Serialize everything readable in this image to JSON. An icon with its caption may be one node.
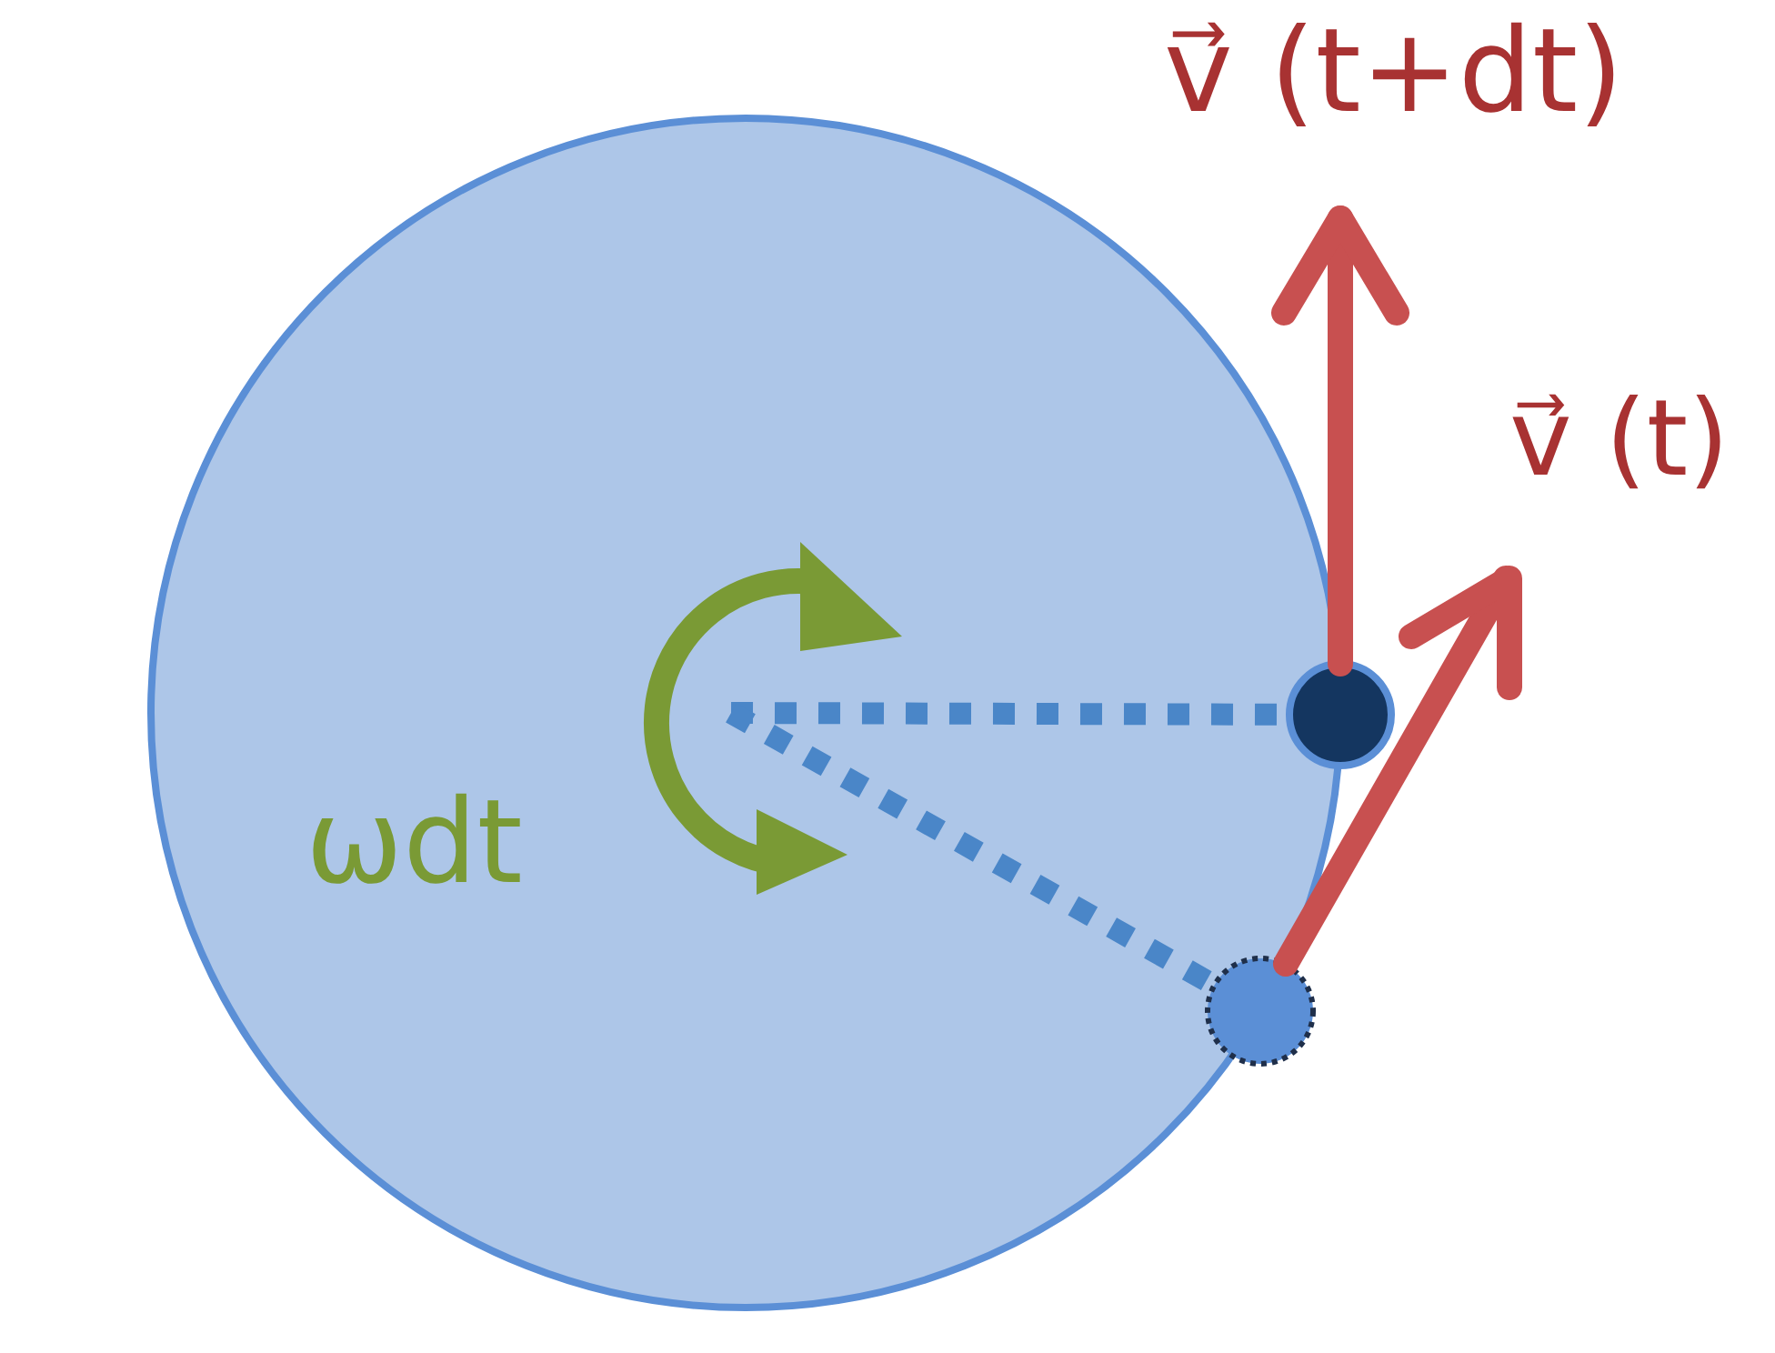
{
  "diagram": {
    "nodes": [
      {
        "text": [],
        "shape": "circle"
      },
      {
        "text": [],
        "shape": "circle"
      },
      {
        "text": [],
        "shape": "circle"
      }
    ],
    "edges": [
      {
        "from": 0,
        "to": 1,
        "arrow": "none",
        "style": "dashed"
      },
      {
        "from": 0,
        "to": 2,
        "arrow": "none",
        "style": "dashed"
      }
    ],
    "labels": [
      "v⃗ (t+dt)",
      "v⃗ (t)",
      "ωdt"
    ]
  }
}
